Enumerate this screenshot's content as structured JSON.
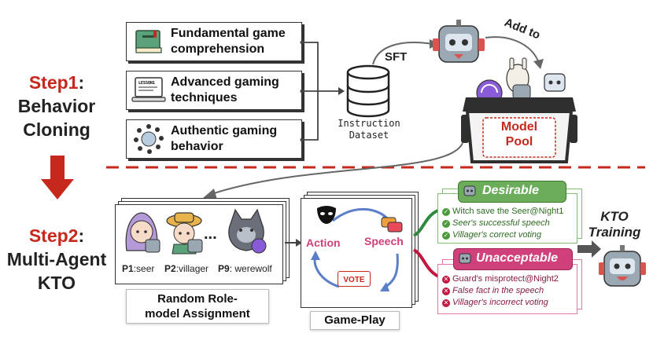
{
  "step1": {
    "num": "Step1",
    "suffix": ":",
    "line2": "Behavior",
    "line3": "Cloning"
  },
  "step2": {
    "num": "Step2",
    "suffix": ":",
    "line2": "Multi-Agent",
    "line3": "KTO"
  },
  "sources": [
    {
      "line1": "Fundamental game",
      "line2": "comprehension"
    },
    {
      "line1": "Advanced gaming",
      "line2": "techniques"
    },
    {
      "line1": "Authentic gaming",
      "line2": "behavior"
    }
  ],
  "lesson_icon_text": "LESSON1",
  "dataset": {
    "line1": "Instruction",
    "line2": "Dataset"
  },
  "sft_label": "SFT",
  "add_to_label": "Add to",
  "model_pool": {
    "line1": "Model",
    "line2": "Pool"
  },
  "roles": {
    "p1_id": "P1",
    "p1_role": ":seer",
    "p2_id": "P2",
    "p2_role": ":villager",
    "p9_id": "P9",
    "p9_role": ": werewolf",
    "ellipsis": "...",
    "caption_line1": "Random Role-",
    "caption_line2": "model Assignment"
  },
  "gameplay": {
    "action": "Action",
    "speech": "Speech",
    "vote": "VOTE",
    "caption": "Game-Play"
  },
  "desirable": {
    "title": "Desirable",
    "items": [
      "Witch save the Seer@Night1",
      "Seer's successful speech",
      "Villager's correct voting"
    ]
  },
  "unacceptable": {
    "title": "Unacceptable",
    "items": [
      "Guard's misprotect@Night2",
      "False fact in the speech",
      "Villager's incorrect voting"
    ]
  },
  "kto": {
    "line1": "KTO",
    "line2": "Training"
  },
  "colors": {
    "step_red": "#c6281c",
    "desirable_green": "#4a9a3a",
    "unacceptable_pink": "#d0407a",
    "robot_gray": "#9aa8b4"
  }
}
